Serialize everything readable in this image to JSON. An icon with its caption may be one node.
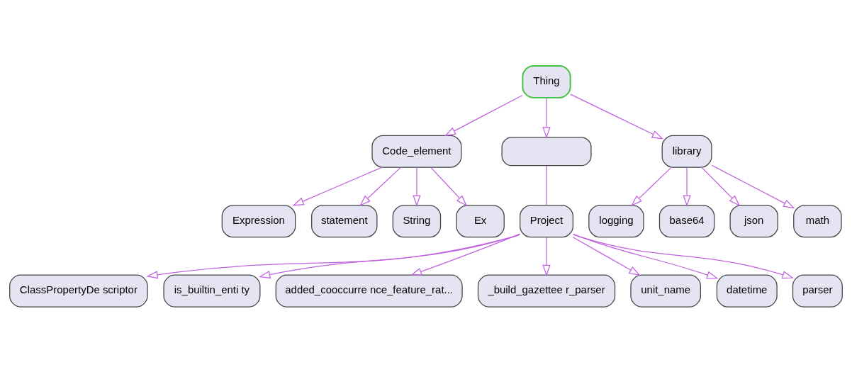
{
  "diagram": {
    "nodes": [
      {
        "text": [
          "Thing"
        ]
      },
      {
        "text": [
          "Code_element"
        ]
      },
      {
        "text": [],
        "shape": "box"
      },
      {
        "text": [
          "library"
        ]
      },
      {
        "text": [
          "Expression"
        ]
      },
      {
        "text": [
          "logging"
        ]
      },
      {
        "text": [
          "statement"
        ]
      },
      {
        "text": [
          "base64"
        ]
      },
      {
        "text": [
          "json"
        ]
      },
      {
        "text": [
          "String"
        ]
      },
      {
        "text": [
          "math"
        ]
      },
      {
        "text": [
          "Ex"
        ]
      },
      {
        "text": [
          "Project"
        ]
      },
      {
        "text": [
          "ClassPropertyDe scriptor"
        ]
      },
      {
        "text": [
          "is_builtin_enti ty"
        ]
      },
      {
        "text": [
          "added_cooccurre nce_feature_rat..."
        ]
      },
      {
        "text": [
          "_build_gazettee r_parser"
        ]
      },
      {
        "text": [
          "unit_name"
        ]
      },
      {
        "text": [
          "datetime"
        ]
      },
      {
        "text": [
          "parser"
        ]
      }
    ],
    "edges": [
      {
        "from": 0,
        "to": 1,
        "arrow": "to"
      },
      {
        "from": 0,
        "to": 2,
        "arrow": "to"
      },
      {
        "from": 0,
        "to": 3,
        "arrow": "to"
      },
      {
        "from": 1,
        "to": 4,
        "arrow": "to"
      },
      {
        "from": 1,
        "to": 6,
        "arrow": "to"
      },
      {
        "from": 1,
        "to": 9,
        "arrow": "to"
      },
      {
        "from": 1,
        "to": 11,
        "arrow": "to"
      },
      {
        "from": 3,
        "to": 5,
        "arrow": "to"
      },
      {
        "from": 3,
        "to": 7,
        "arrow": "to"
      },
      {
        "from": 3,
        "to": 8,
        "arrow": "to"
      },
      {
        "from": 3,
        "to": 10,
        "arrow": "to"
      },
      {
        "from": 2,
        "to": 12,
        "arrow": "none"
      },
      {
        "from": 12,
        "to": 13,
        "arrow": "to"
      },
      {
        "from": 12,
        "to": 14,
        "arrow": "to"
      },
      {
        "from": 12,
        "to": 15,
        "arrow": "to"
      },
      {
        "from": 12,
        "to": 16,
        "arrow": "to"
      },
      {
        "from": 12,
        "to": 17,
        "arrow": "to"
      },
      {
        "from": 12,
        "to": 18,
        "arrow": "to"
      },
      {
        "from": 12,
        "to": 19,
        "arrow": "to"
      }
    ]
  }
}
